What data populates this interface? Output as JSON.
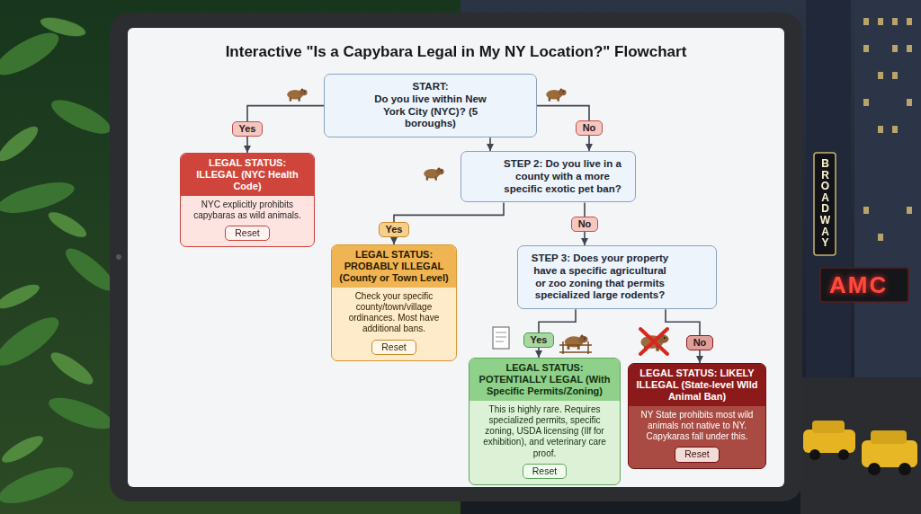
{
  "diagram": {
    "title": "Interactive \"Is a Capybara Legal in My NY Location?\" Flowchart",
    "nodes": [
      {
        "text": [
          "START:",
          "Do you live within New York City (NYC)? (5 boroughs)"
        ]
      },
      {
        "text": [
          "LEGAL STATUS: ILLEGAL (NYC Health Code)",
          "NYC explicitly prohibits capybaras as wild animals."
        ]
      },
      {
        "text": [
          "Reset"
        ],
        "in": 1
      },
      {
        "text": [
          "STEP 2: Do you live in a county with a more specific exotic pet ban?"
        ]
      },
      {
        "text": [
          "LEGAL STATUS: PROBABLY ILLEGAL (County or Town Level)",
          "Check your specific county/town/village ordinances. Most have additional bans."
        ]
      },
      {
        "text": [
          "Reset"
        ],
        "in": 4
      },
      {
        "text": [
          "STEP 3: Does your property have a specific agricultural or zoo zoning that permits specialized large rodents?"
        ]
      },
      {
        "text": [
          "LEGAL STATUS: POTENTIALLY LEGAL (With Specific Permits/Zoning)",
          "This is highly rare. Requires specialized permits, specific zoning, USDA licensing (Ilf for exhibition), and veterinary care proof."
        ]
      },
      {
        "text": [
          "Reset"
        ],
        "in": 7
      },
      {
        "text": [
          "LEGAL STATUS: LIKELY ILLEGAL (State-level Wlld Animal Ban)",
          "NY State prohibits most wild animals not native to NY. Capykaras fall under this."
        ]
      },
      {
        "text": [
          "Reset"
        ],
        "in": 9
      }
    ],
    "edges": [
      {
        "from": 0,
        "to": 1,
        "label": "Yes",
        "arrow": "to"
      },
      {
        "from": 0,
        "to": 3,
        "label": "No",
        "arrow": "to"
      },
      {
        "from": 0,
        "to": 3,
        "arrow": "to"
      },
      {
        "from": 3,
        "to": 4,
        "label": "Yes",
        "arrow": "to"
      },
      {
        "from": 3,
        "to": 6,
        "label": "No",
        "arrow": "to"
      },
      {
        "from": 6,
        "to": 7,
        "label": "Yes",
        "arrow": "to"
      },
      {
        "from": 6,
        "to": 9,
        "label": "No",
        "arrow": "to"
      }
    ],
    "labels": [
      "BROADWAY",
      "AMC"
    ]
  }
}
